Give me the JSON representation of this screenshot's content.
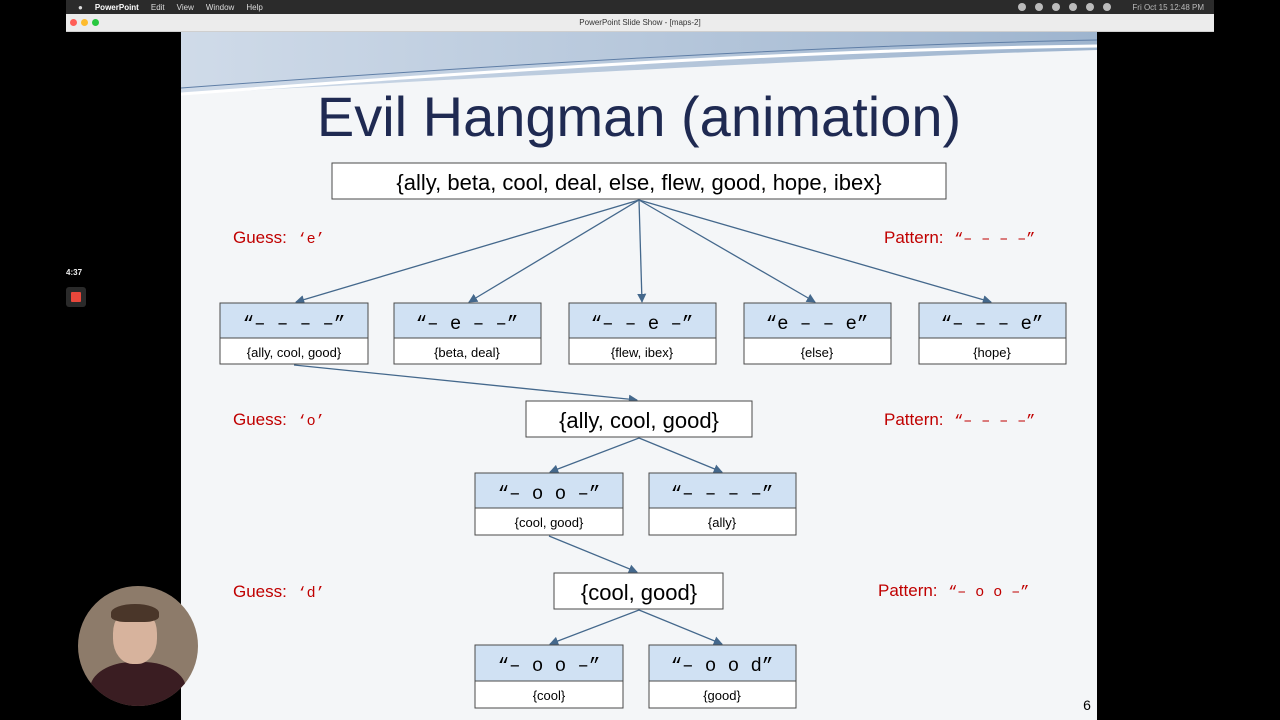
{
  "menubar": {
    "app": "PowerPoint",
    "items": [
      "Edit",
      "View",
      "Window",
      "Help"
    ],
    "clock": "Fri Oct 15 12:48 PM"
  },
  "window": {
    "title": "PowerPoint Slide Show - [maps-2]"
  },
  "recorder": {
    "time": "4:37"
  },
  "slide": {
    "title": "Evil Hangman (animation)",
    "page_number": "6",
    "top_set": "{ally, beta, cool, deal, else, flew, good, hope, ibex}",
    "guesses": [
      {
        "label": "Guess:",
        "letter": "‘e’",
        "pattern_label": "Pattern:",
        "pattern": "“– – – –”"
      },
      {
        "label": "Guess:",
        "letter": "‘o’",
        "pattern_label": "Pattern:",
        "pattern": "“– – – –”"
      },
      {
        "label": "Guess:",
        "letter": "‘d’",
        "pattern_label": "Pattern:",
        "pattern": "“– o o –”"
      }
    ],
    "level1": [
      {
        "pattern": "“– – – –”",
        "words": "{ally, cool, good}"
      },
      {
        "pattern": "“– e – –”",
        "words": "{beta, deal}"
      },
      {
        "pattern": "“– – e –”",
        "words": "{flew, ibex}"
      },
      {
        "pattern": "“e – – e”",
        "words": "{else}"
      },
      {
        "pattern": "“– – – e”",
        "words": "{hope}"
      }
    ],
    "set2": "{ally, cool, good}",
    "level2": [
      {
        "pattern": "“– o o –”",
        "words": "{cool, good}"
      },
      {
        "pattern": "“– – – –”",
        "words": "{ally}"
      }
    ],
    "set3": "{cool, good}",
    "level3": [
      {
        "pattern": "“– o o –”",
        "words": "{cool}"
      },
      {
        "pattern": "“– o o d”",
        "words": "{good}"
      }
    ],
    "colors": {
      "title": "#1f2a52",
      "red": "#c00000",
      "box_fill": "#d0e1f3",
      "border": "#4a4a4a",
      "arrow": "#44688c"
    }
  }
}
